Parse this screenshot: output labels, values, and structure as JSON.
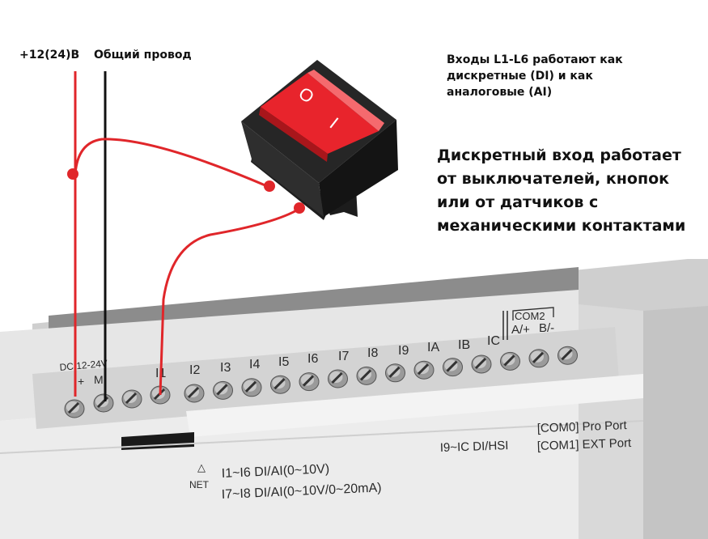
{
  "labels": {
    "power_plus": "+12(24)B",
    "common_wire": "Общий провод"
  },
  "notes": {
    "inputs": [
      "Входы L1-L6 работают как",
      "дискретные (DI) и как",
      "аналоговые (AI)"
    ],
    "discrete": [
      "Дискретный вход работает",
      "от выключателей, кнопок",
      "или от датчиков с",
      "механическими контактами"
    ]
  },
  "switch": {
    "on_mark": "I",
    "off_mark": "O"
  },
  "plc": {
    "dc_label": "DC 12-24V",
    "power_terminals": [
      "+",
      "M"
    ],
    "input_terminals": [
      "I1",
      "I2",
      "I3",
      "I4",
      "I5",
      "I6",
      "I7",
      "I8",
      "I9",
      "IA",
      "IB",
      "IC"
    ],
    "com_bracket": "COM2",
    "com_terminals": [
      "A/+",
      "B/-"
    ],
    "net_symbol": "△",
    "net_label": "NET",
    "spec_line1": "I1~I6 DI/AI(0~10V)",
    "spec_line2": "I7~I8 DI/AI(0~10V/0~20mA)",
    "spec_line3": "I9~IC DI/HSI",
    "port_line1": "[COM0] Pro Port",
    "port_line2": "[COM1] EXT Port"
  },
  "colors": {
    "wire_red": "#e0262a",
    "wire_black": "#111111",
    "switch_red": "#e8242c",
    "plc_body": "#e9e9e9"
  }
}
